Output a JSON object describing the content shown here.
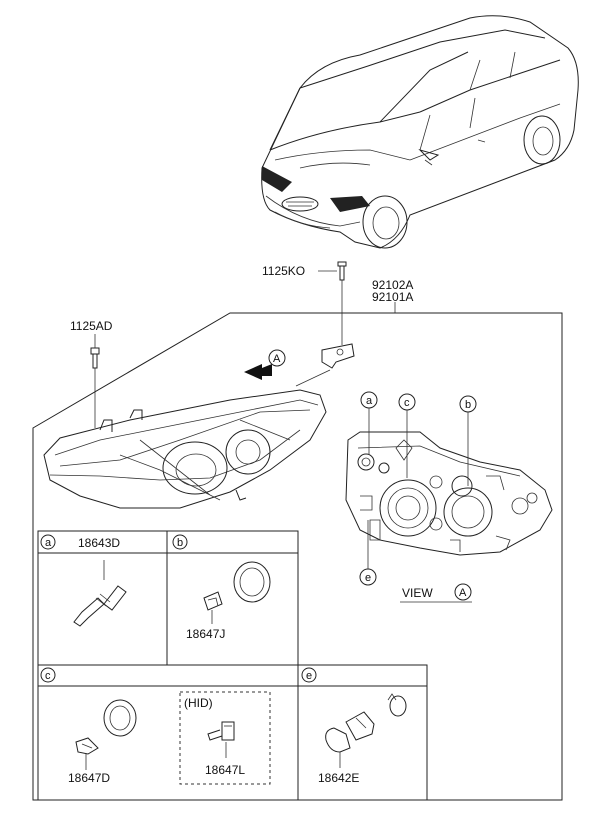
{
  "diagram": {
    "parts": {
      "screw_top": "1125KO",
      "assy_1": "92102A",
      "assy_2": "92101A",
      "screw_left": "1125AD"
    },
    "view_arrow_letter": "A",
    "view_callouts": [
      "a",
      "c",
      "b",
      "e"
    ],
    "view_label": "VIEW",
    "view_letter": "A",
    "boxes": {
      "a": {
        "letter": "a",
        "part": "18643D"
      },
      "b": {
        "letter": "b",
        "part": "18647J"
      },
      "c": {
        "letter": "c",
        "part": "18647D",
        "hid_label": "(HID)",
        "hid_part": "18647L"
      },
      "e": {
        "letter": "e",
        "part": "18642E"
      }
    }
  }
}
